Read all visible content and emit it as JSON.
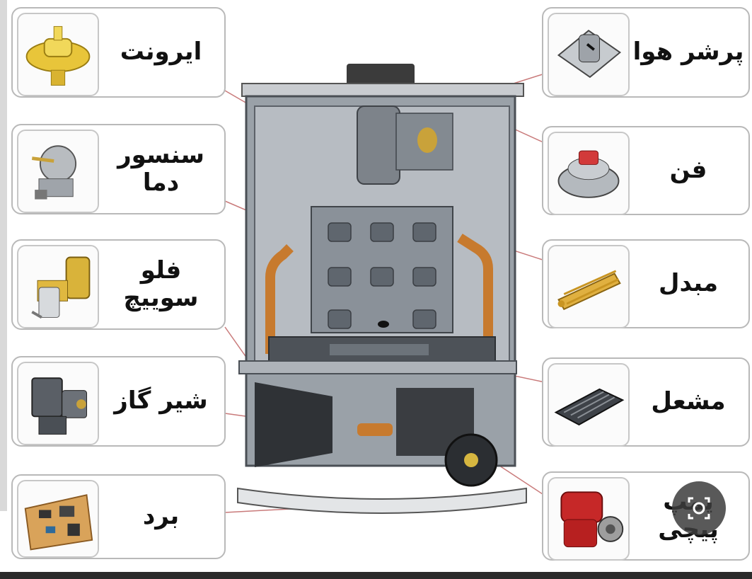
{
  "left_components": [
    {
      "id": "expansion-tank",
      "label_lines": [
        "ایرونت"
      ],
      "icon": "expansion-tank-icon"
    },
    {
      "id": "temperature-sensor",
      "label_lines": [
        "سنسور",
        "دما"
      ],
      "icon": "temperature-sensor-icon"
    },
    {
      "id": "flow-switch",
      "label_lines": [
        "فلو",
        "سوییچ"
      ],
      "icon": "flow-switch-icon"
    },
    {
      "id": "gas-valve",
      "label_lines": [
        "شیر گاز"
      ],
      "icon": "gas-valve-icon"
    },
    {
      "id": "control-board",
      "label_lines": [
        "برد"
      ],
      "icon": "circuit-board-icon"
    }
  ],
  "right_components": [
    {
      "id": "air-pressure-switch",
      "label_lines": [
        "پرشر هوا"
      ],
      "icon": "air-pressure-switch-icon"
    },
    {
      "id": "fan",
      "label_lines": [
        "فن"
      ],
      "icon": "fan-icon"
    },
    {
      "id": "heat-exchanger",
      "label_lines": [
        "مبدل"
      ],
      "icon": "heat-exchanger-icon"
    },
    {
      "id": "burner",
      "label_lines": [
        "مشعل"
      ],
      "icon": "burner-icon"
    },
    {
      "id": "pump",
      "label_lines": [
        "پمپ",
        "پیچی"
      ],
      "icon": "pump-icon"
    }
  ],
  "center_icon": "boiler-cutaway-icon",
  "overlay_icon": "lens-search-icon",
  "colors": {
    "leader_line": "#c97a7a",
    "card_border": "#b9b9b9",
    "boiler_body": "#8f969e",
    "copper": "#c77a2e",
    "pump_red": "#c62828"
  }
}
